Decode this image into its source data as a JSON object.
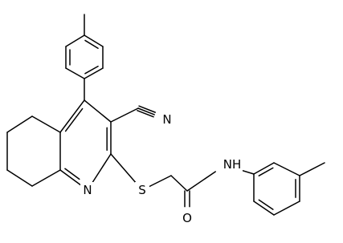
{
  "molecule": {
    "atom_labels": {
      "nitrile_n": "N",
      "ring_n": "N",
      "sulfur": "S",
      "carbonyl_o": "O",
      "amide_nh": "NH"
    }
  }
}
